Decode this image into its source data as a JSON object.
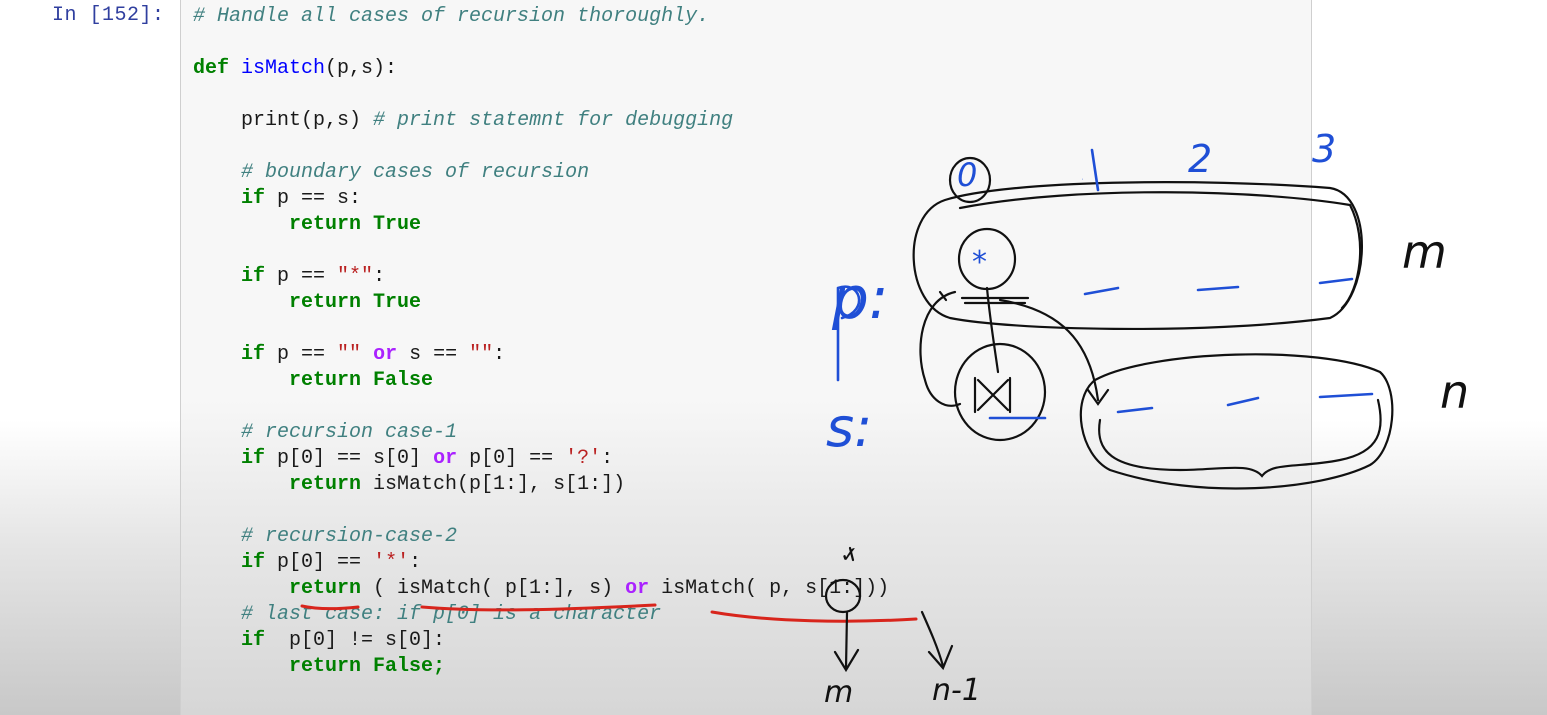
{
  "prompt": "In [152]:",
  "code": {
    "l1": "# Handle all cases of recursion thoroughly.",
    "l2_def": "def",
    "l2_fn": "isMatch",
    "l2_rest": "(p,s):",
    "l3_pre": "print(p,s) ",
    "l3_cm": "# print statemnt for debugging",
    "l4": "# boundary cases of recursion",
    "l5_if": "if",
    "l5_rest": " p == s:",
    "l6_ret": "return",
    "l6_val": " True",
    "l7_if": "if",
    "l7_rest": " p == ",
    "l7_str": "\"*\"",
    "l7_end": ":",
    "l8_ret": "return",
    "l8_val": " True",
    "l9_if": "if",
    "l9_a": " p == ",
    "l9_s1": "\"\"",
    "l9_or": " or",
    "l9_b": " s == ",
    "l9_s2": "\"\"",
    "l9_end": ":",
    "l10_ret": "return",
    "l10_val": " False",
    "l11": "# recursion case-1",
    "l12_if": "if",
    "l12_a": " p[0] == s[0] ",
    "l12_or": "or",
    "l12_b": " p[0] == ",
    "l12_s": "'?'",
    "l12_end": ":",
    "l13_ret": "return",
    "l13_rest": " isMatch(p[1:], s[1:])",
    "l14": "# recursion-case-2",
    "l15_if": "if",
    "l15_a": " p[0] == ",
    "l15_s": "'*'",
    "l15_end": ":",
    "l16_ret": "return",
    "l16_a": " ( isMatch( p[1:], s) ",
    "l16_or": "or",
    "l16_b": " isMatch( p, s[1:]))",
    "l17": "# last case: if p[0] is a character",
    "l18_if": "if",
    "l18_rest": "  p[0] != s[0]:",
    "l19_ret": "return",
    "l19_val": " False;"
  },
  "annotations": {
    "col0": "0",
    "col1": "1",
    "col2": "2",
    "col3": "3",
    "p_label": "p:",
    "s_label": "s:",
    "m_label": "m",
    "n_label": "n",
    "star": "*",
    "m_below": "m",
    "n_minus_1": "n-1",
    "tick": "✓"
  },
  "colors": {
    "prompt": "#303f9f",
    "comment": "#408080",
    "keyword": "#008000",
    "function": "#0000ff",
    "string": "#ba2121",
    "operator_word": "#aa22ff",
    "ink_blue": "#1f4fd6",
    "ink_black": "#111111",
    "ink_red": "#d8251c"
  }
}
